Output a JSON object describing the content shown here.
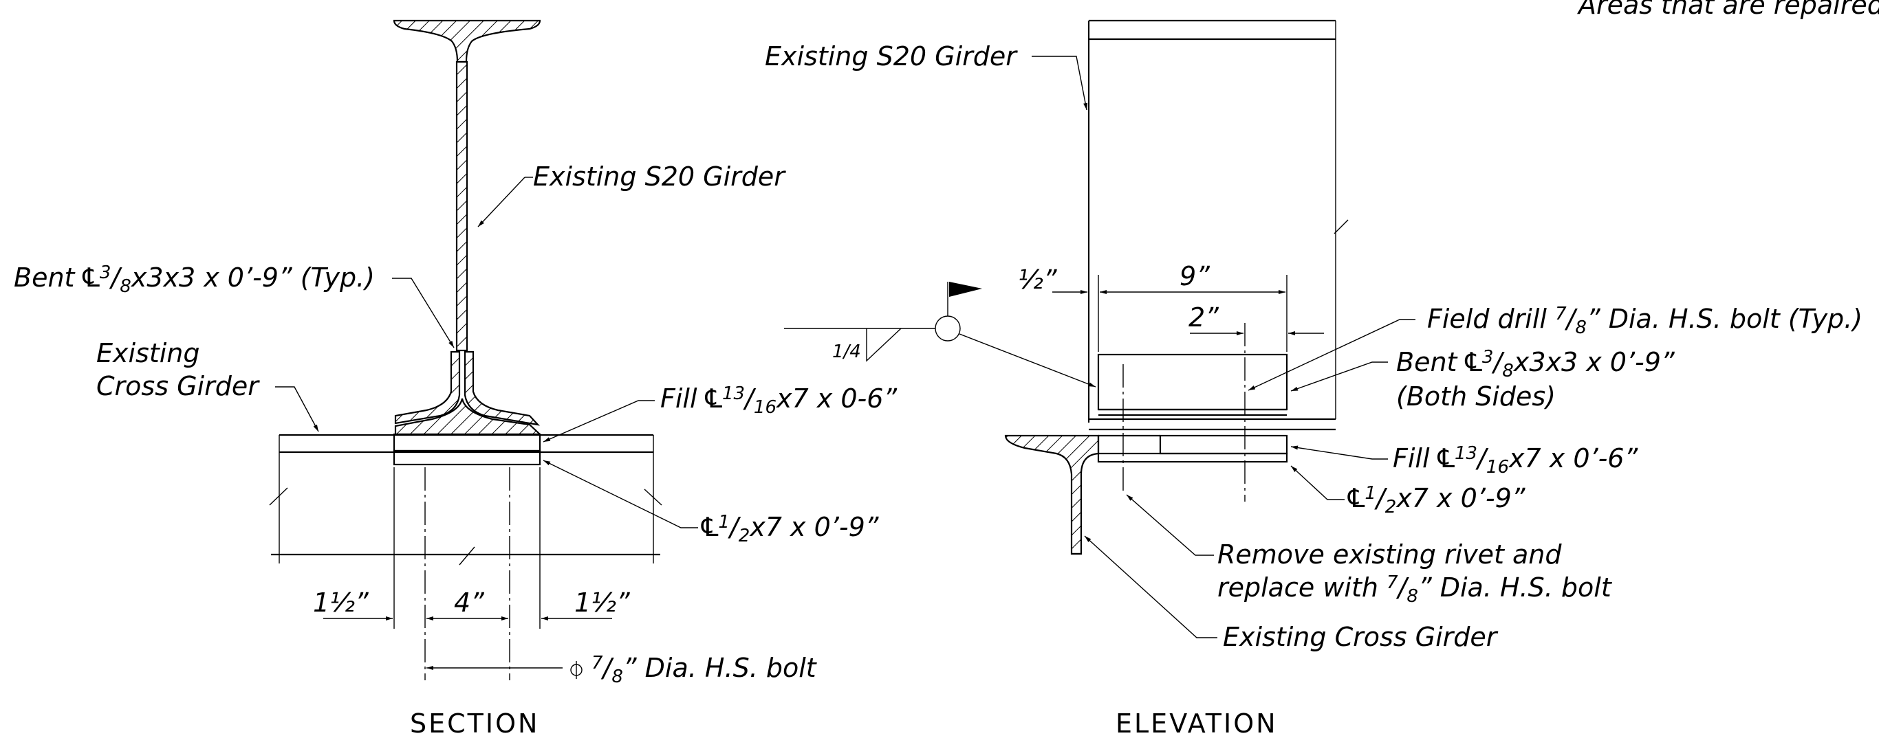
{
  "note_top_right": "Areas that are repaired",
  "section": {
    "title": "SECTION",
    "labels": {
      "existing_girder": "Existing S20 Girder",
      "bent_plate_a": "Bent ",
      "bent_plate_b": "x3x3  x 0’-9” (Typ.)",
      "cross_girder_1": "Existing",
      "cross_girder_2": "Cross Girder",
      "fill_plate_a": "Fill ",
      "fill_plate_b": "x7  x  0-6”",
      "plate_a": "x7  x  0’-9”",
      "bolt_a": "Dia. H.S. bolt"
    },
    "dims": {
      "left": "1½”",
      "mid": "4”",
      "right": "1½”"
    }
  },
  "elevation": {
    "title": "ELEVATION",
    "labels": {
      "existing_girder": "Existing S20 Girder",
      "field_drill_a": "Field drill ",
      "field_drill_b": "” Dia. H.S. bolt (Typ.)",
      "bent_plate_a": "Bent ",
      "bent_plate_b": "x3x3  x  0’-9”",
      "both_sides": "(Both Sides)",
      "fill_plate_a": "Fill ",
      "fill_plate_b": "x7  x  0’-6”",
      "plate_b": "x7  x  0’-9”",
      "remove_1": "Remove existing rivet and",
      "remove_2a": "replace with ",
      "remove_2b": "” Dia. H.S. bolt",
      "cross_girder": "Existing Cross Girder",
      "weld": "1/4"
    },
    "dims": {
      "half": "½”",
      "nine": "9”",
      "two": "2”"
    }
  },
  "icons": {
    "plate": "plate-symbol-icon",
    "centerline": "centerline-icon",
    "flag": "field-weld-flag-icon"
  },
  "colors": {
    "line": "#000000",
    "background": "#ffffff"
  }
}
